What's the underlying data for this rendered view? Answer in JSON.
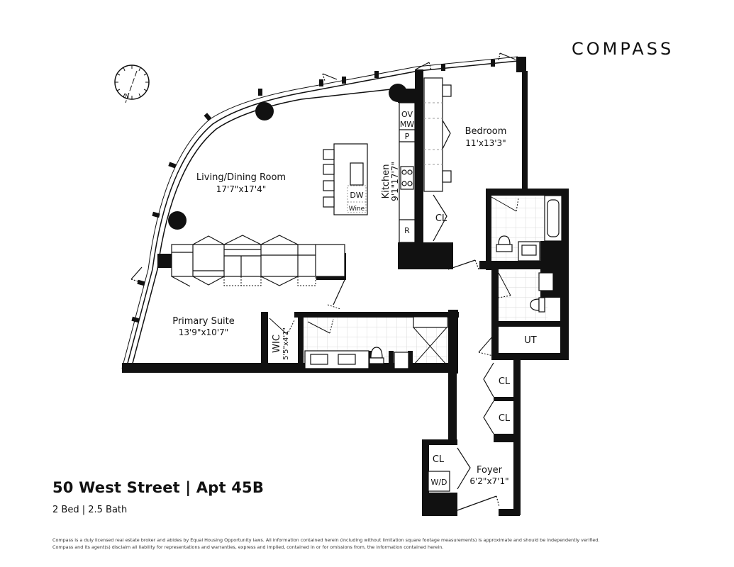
{
  "brand": {
    "logo_text": "COMPASS"
  },
  "listing": {
    "title": "50 West Street | Apt 45B",
    "subtitle": "2 Bed | 2.5 Bath"
  },
  "rooms": {
    "living": {
      "name": "Living/Dining Room",
      "dims": "17'7\"x17'4\""
    },
    "kitchen": {
      "name": "Kitchen",
      "dims": "9'1\"17'7\""
    },
    "bedroom": {
      "name": "Bedroom",
      "dims": "11'x13'3\""
    },
    "primary": {
      "name": "Primary Suite",
      "dims": "13'9\"x10'7\""
    },
    "wic": {
      "name": "WIC",
      "dims": "5'5\"x4'1\""
    },
    "foyer": {
      "name": "Foyer",
      "dims": "6'2\"x7'1\""
    }
  },
  "fixtures": {
    "ov": "OV",
    "mw": "MW",
    "p": "P",
    "r": "R",
    "dw": "DW",
    "wine": "Wine",
    "cl": "CL",
    "ut": "UT",
    "wd": "W/D"
  },
  "compass_rose": {
    "label": "N"
  },
  "disclaimer": {
    "line1": "Compass is a duly licensed real estate broker and abides by Equal Housing Opportunity laws.  All information contained herein (including without limitation square footage measurements) is approximate and should be independently verified.",
    "line2": "Compass and its agent(s) disclaim all liability for representations and warranties, express and implied, contained in or for omissions from, the information contained herein."
  }
}
